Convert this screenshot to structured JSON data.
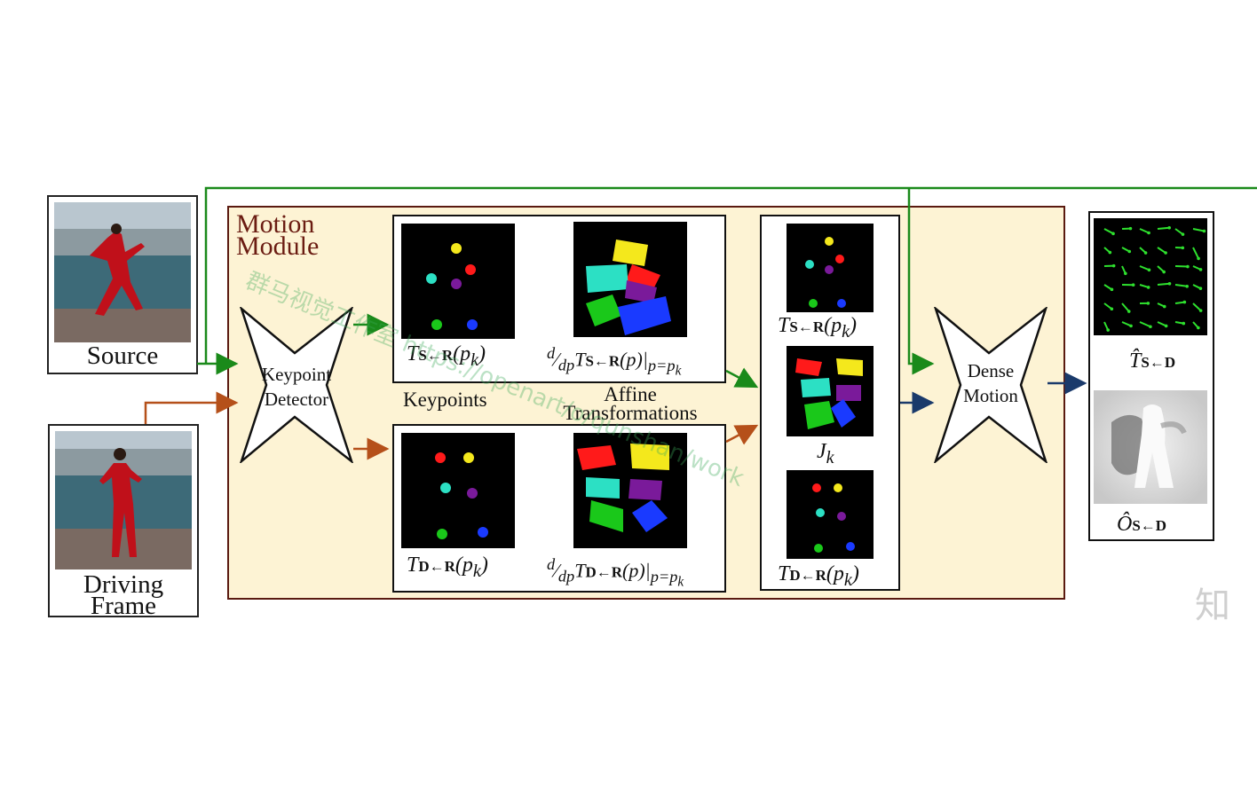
{
  "source": {
    "caption": "Source"
  },
  "driving": {
    "caption_line1": "Driving",
    "caption_line2": "Frame"
  },
  "motion_module": {
    "title_line1": "Motion",
    "title_line2": "Module"
  },
  "keypoint_detector": {
    "line1": "Keypoint",
    "line2": "Detector"
  },
  "dense_motion": {
    "line1": "Dense",
    "line2": "Motion"
  },
  "labels": {
    "keypoints": "Keypoints",
    "affine_line1": "Affine",
    "affine_line2": "Transformations"
  },
  "math": {
    "t_s_r_pk": "T",
    "t_d_r_pk": "T",
    "jk": "J",
    "t_s_d_hat": "T",
    "o_s_d_hat": "O"
  },
  "watermark": {
    "text": "群马视觉工作室 https://openart/o/qunshan/work",
    "corner": "知"
  },
  "colors": {
    "green_arrow": "#1a8a1a",
    "orange_arrow": "#b5501a",
    "navy_arrow": "#1a3a6b",
    "module_fill": "#fdf3d4",
    "module_border": "#5a1a10",
    "title_color": "#6b1c12"
  },
  "keypoint_colors": [
    "#f4e81c",
    "#ff1a1a",
    "#2ce0c4",
    "#7a1a9a",
    "#1ac81a",
    "#1a3aff"
  ]
}
